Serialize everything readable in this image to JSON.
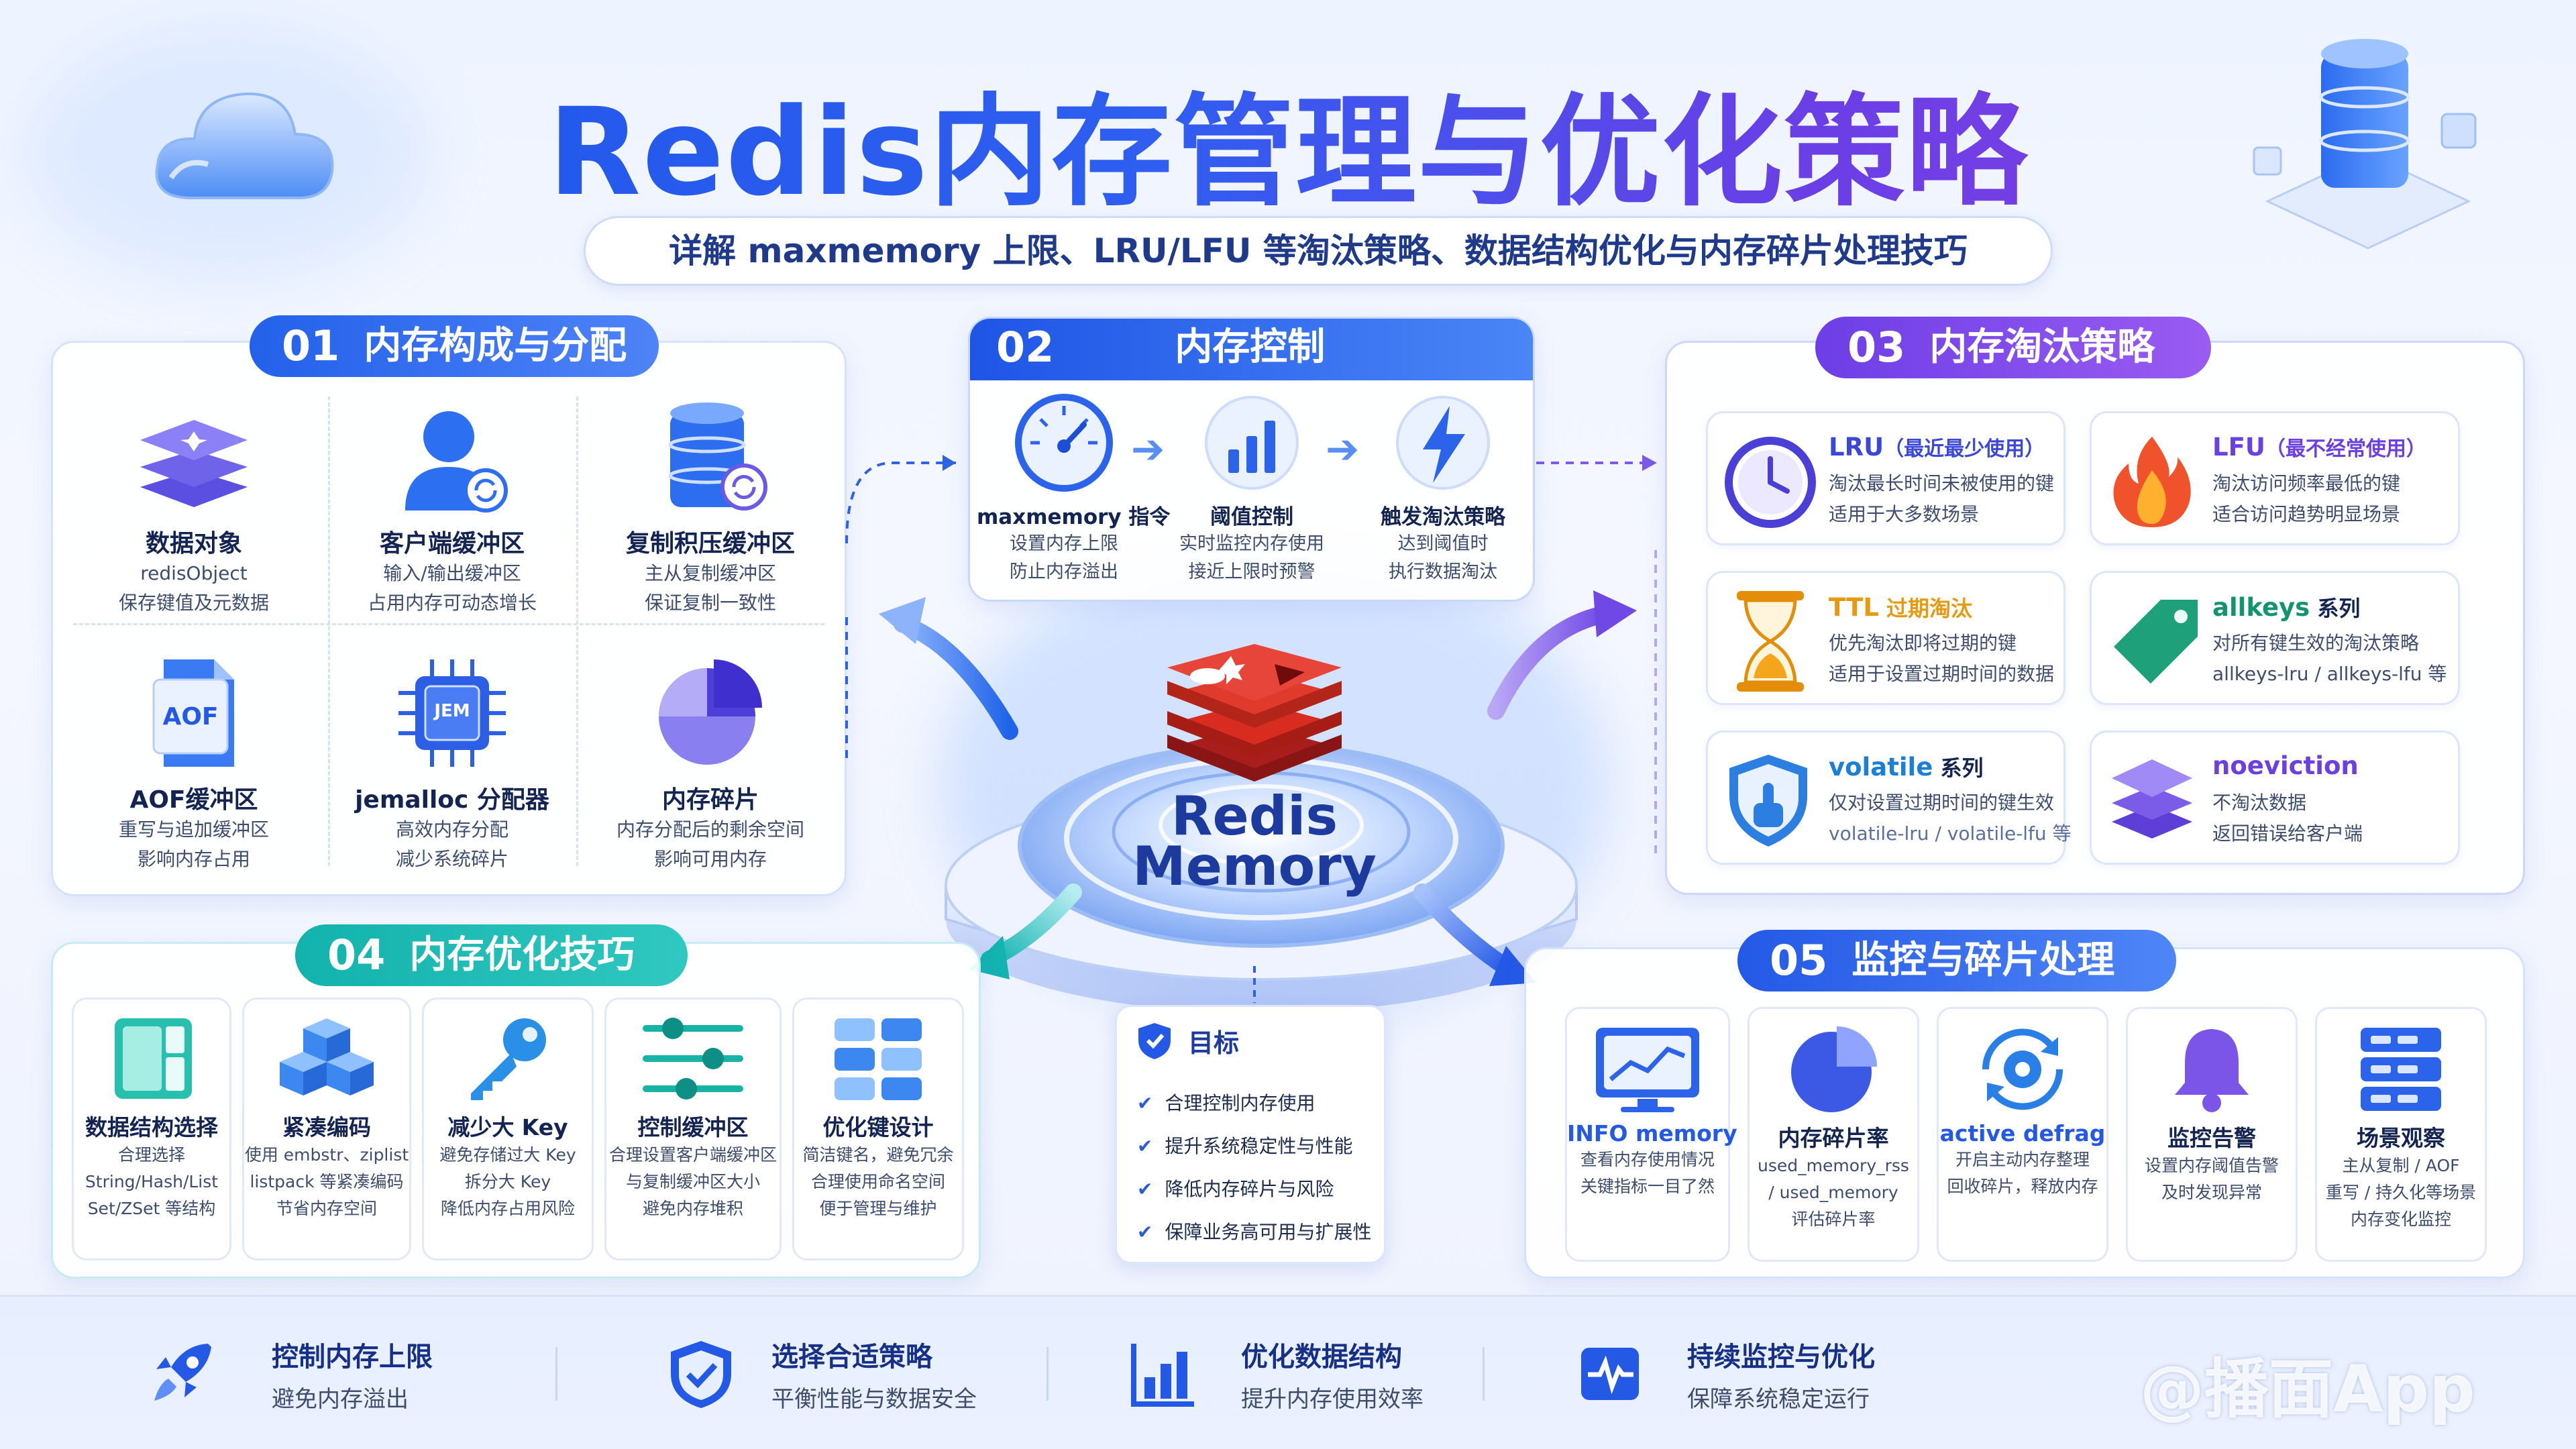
{
  "title": "Redis内存管理与优化策略",
  "subtitle": "详解 maxmemory 上限、LRU/LFU 等淘汰策略、数据结构优化与内存碎片处理技巧",
  "center": {
    "line1": "Redis",
    "line2": "Memory"
  },
  "section1": {
    "num": "01",
    "title": "内存构成与分配",
    "items": [
      {
        "title": "数据对象",
        "line1": "redisObject",
        "line2": "保存键值及元数据",
        "icon": "layers-icon"
      },
      {
        "title": "客户端缓冲区",
        "line1": "输入/输出缓冲区",
        "line2": "占用内存可动态增长",
        "icon": "user-sync-icon"
      },
      {
        "title": "复制积压缓冲区",
        "line1": "主从复制缓冲区",
        "line2": "保证复制一致性",
        "icon": "database-sync-icon"
      },
      {
        "title": "AOF缓冲区",
        "line1": "重写与追加缓冲区",
        "line2": "影响内存占用",
        "icon": "aof-file-icon",
        "badge": "AOF"
      },
      {
        "title": "jemalloc 分配器",
        "line1": "高效内存分配",
        "line2": "减少系统碎片",
        "icon": "chip-icon",
        "badge": "JEM"
      },
      {
        "title": "内存碎片",
        "line1": "内存分配后的剩余空间",
        "line2": "影响可用内存",
        "icon": "pie-icon"
      }
    ]
  },
  "section2": {
    "num": "02",
    "title": "内存控制",
    "items": [
      {
        "title": "maxmemory 指令",
        "line1": "设置内存上限",
        "line2": "防止内存溢出",
        "icon": "gauge-icon"
      },
      {
        "title": "阈值控制",
        "line1": "实时监控内存使用",
        "line2": "接近上限时预警",
        "icon": "bar-chart-icon"
      },
      {
        "title": "触发淘汰策略",
        "line1": "达到阈值时",
        "line2": "执行数据淘汰",
        "icon": "lightning-icon"
      }
    ]
  },
  "section3": {
    "num": "03",
    "title": "内存淘汰策略",
    "items": [
      {
        "title": "LRU",
        "title_suffix": "（最近最少使用）",
        "line1": "淘汰最长时间未被使用的键",
        "line2": "适用于大多数场景",
        "color": "#3b47d6",
        "icon": "clock-icon"
      },
      {
        "title": "LFU",
        "title_suffix": "（最不经常使用）",
        "line1": "淘汰访问频率最低的键",
        "line2": "适合访问趋势明显场景",
        "color": "#6b3fe0",
        "icon": "fire-icon"
      },
      {
        "title": "TTL",
        "title_suffix": " 过期淘汰",
        "line1": "优先淘汰即将过期的键",
        "line2": "适用于设置过期时间的数据",
        "color": "#e59a10",
        "icon": "hourglass-icon"
      },
      {
        "title": "allkeys",
        "title_suffix": " 系列",
        "line1": "对所有键生效的淘汰策略",
        "line2": "allkeys-lru / allkeys-lfu 等",
        "color": "#12946f",
        "icon": "tag-icon"
      },
      {
        "title": "volatile",
        "title_suffix": " 系列",
        "line1": "仅对设置过期时间的键生效",
        "line2": "volatile-lru / volatile-lfu 等",
        "color": "#1c7fd6",
        "icon": "shield-hand-icon"
      },
      {
        "title": "noeviction",
        "title_suffix": "",
        "line1": "不淘汰数据",
        "line2": "返回错误给客户端",
        "color": "#6b3fe0",
        "icon": "stack-icon"
      }
    ]
  },
  "section4": {
    "num": "04",
    "title": "内存优化技巧",
    "items": [
      {
        "title": "数据结构选择",
        "lines": [
          "合理选择",
          "String/Hash/List",
          "Set/ZSet 等结构"
        ],
        "icon": "structure-icon"
      },
      {
        "title": "紧凑编码",
        "lines": [
          "使用 embstr、ziplist",
          "listpack 等紧凑编码",
          "节省内存空间"
        ],
        "icon": "cubes-icon"
      },
      {
        "title": "减少大 Key",
        "lines": [
          "避免存储过大 Key",
          "拆分大 Key",
          "降低内存占用风险"
        ],
        "icon": "key-icon"
      },
      {
        "title": "控制缓冲区",
        "lines": [
          "合理设置客户端缓冲区",
          "与复制缓冲区大小",
          "避免内存堆积"
        ],
        "icon": "sliders-icon"
      },
      {
        "title": "优化键设计",
        "lines": [
          "简洁键名，避免冗余",
          "合理使用命名空间",
          "便于管理与维护"
        ],
        "icon": "grid-icon"
      }
    ]
  },
  "section5": {
    "num": "05",
    "title": "监控与碎片处理",
    "items": [
      {
        "title": "INFO memory",
        "lines": [
          "查看内存使用情况",
          "关键指标一目了然"
        ],
        "icon": "monitor-chart-icon"
      },
      {
        "title": "内存碎片率",
        "lines": [
          "used_memory_rss",
          "/ used_memory",
          "评估碎片率"
        ],
        "icon": "pie-icon"
      },
      {
        "title": "active defrag",
        "lines": [
          "开启主动内存整理",
          "回收碎片，释放内存"
        ],
        "icon": "gear-cycle-icon"
      },
      {
        "title": "监控告警",
        "lines": [
          "设置内存阈值告警",
          "及时发现异常"
        ],
        "icon": "bell-icon"
      },
      {
        "title": "场景观察",
        "lines": [
          "主从复制 / AOF",
          "重写 / 持久化等场景",
          "内存变化监控"
        ],
        "icon": "server-icon"
      }
    ]
  },
  "goal": {
    "title": "目标",
    "items": [
      "合理控制内存使用",
      "提升系统稳定性与性能",
      "降低内存碎片与风险",
      "保障业务高可用与扩展性"
    ]
  },
  "footer": [
    {
      "title": "控制内存上限",
      "desc": "避免内存溢出",
      "icon": "rocket-icon"
    },
    {
      "title": "选择合适策略",
      "desc": "平衡性能与数据安全",
      "icon": "shield-check-icon"
    },
    {
      "title": "优化数据结构",
      "desc": "提升内存使用效率",
      "icon": "bar-chart-icon"
    },
    {
      "title": "持续监控与优化",
      "desc": "保障系统稳定运行",
      "icon": "pulse-icon"
    }
  ],
  "watermark": "@播面App",
  "colors": {
    "primary": "#2459e6",
    "purple": "#7a45e6",
    "teal": "#12b3b0"
  }
}
